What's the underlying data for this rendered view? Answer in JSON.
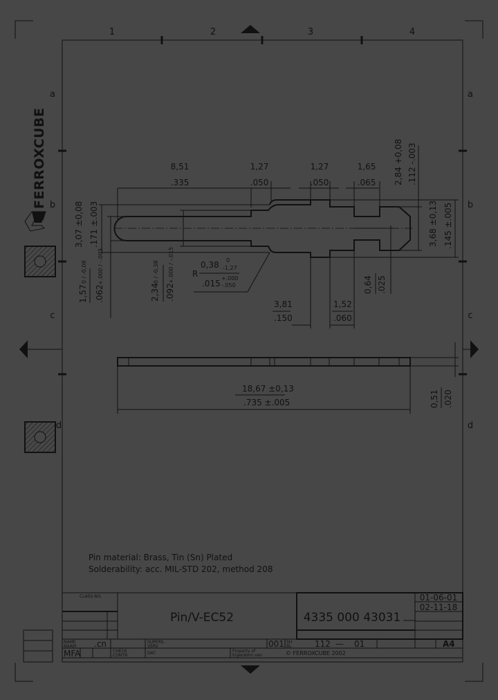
{
  "border": {
    "columns": [
      "1",
      "2",
      "3",
      "4"
    ],
    "rows": [
      "a",
      "b",
      "c",
      "d"
    ]
  },
  "logo": {
    "brand": "FERROXCUBE"
  },
  "dimensions": {
    "length_1": {
      "mm": "8,51",
      "in": ".335"
    },
    "length_2": {
      "mm": "1,27",
      "in": ".050"
    },
    "length_3": {
      "mm": "1,27",
      "in": ".050"
    },
    "length_4": {
      "mm": "1,65",
      "in": ".065"
    },
    "head_inner_width": {
      "mm": "2,84 +0,08",
      "in": ".112 -.003"
    },
    "head_outer_width": {
      "mm": "3,68 ±0,13",
      "in": ".145 ±.005"
    },
    "shank_width": {
      "mm": "3,07 ±0,08",
      "in": ".171 ±.003"
    },
    "tip_width": {
      "mm": "1,57",
      "mm_tol": "0 / -0,08",
      "in": ".062",
      "in_tol": "+.000 / -.003"
    },
    "step_width": {
      "mm": "2,34",
      "mm_tol": "0 / -0,38",
      "in": ".092",
      "in_tol": "+.000 / -.015"
    },
    "radius": {
      "prefix": "R",
      "mm": "0,38",
      "mm_tol_upper": "0",
      "mm_tol_lower": "-1,27",
      "in": ".015",
      "in_tol_upper": "+.000",
      "in_tol_lower": "-.050"
    },
    "offset_1": {
      "mm": "3,81",
      "in": ".150"
    },
    "offset_2": {
      "mm": "1,52",
      "in": ".060"
    },
    "notch_depth": {
      "mm": "0,64",
      "in": ".025"
    },
    "total_length": {
      "mm": "18,67 ±0,13",
      "in": ".735 ±.005"
    },
    "thickness": {
      "mm": "0,51",
      "in": ".020"
    }
  },
  "notes": [
    "Pin material:  Brass,  Tin (Sn) Plated",
    "Solderability:  acc. MIL-STD 202, method 208"
  ],
  "title_block": {
    "class_no_label": "CLASS.NO.",
    "title": "Pin/V-EC52",
    "part_number": "4335 000 43031",
    "dates": [
      "01-06-01",
      "02-11-18"
    ],
    "name_label": "NAME\nNAAM",
    "name_label_1": "NAME",
    "name_label_2": "NAAM",
    "name_value": ".cn",
    "drawn_by": "MFA",
    "check_label_1": "CHECK",
    "check_label_2": "CONTR.",
    "supers_label_1": "SUPERS.",
    "supers_label_2": "VERV",
    "date_label": "DAT.",
    "sheet_no": "001",
    "sheet_label_1": "SH",
    "sheet_label_2": "BL",
    "doc_code": "112",
    "doc_dash": "—",
    "doc_rev": "01",
    "format": "A4",
    "property_1": "Property of",
    "property_2": "Eigendom van",
    "copyright": "© FERROXCUBE 2002"
  }
}
